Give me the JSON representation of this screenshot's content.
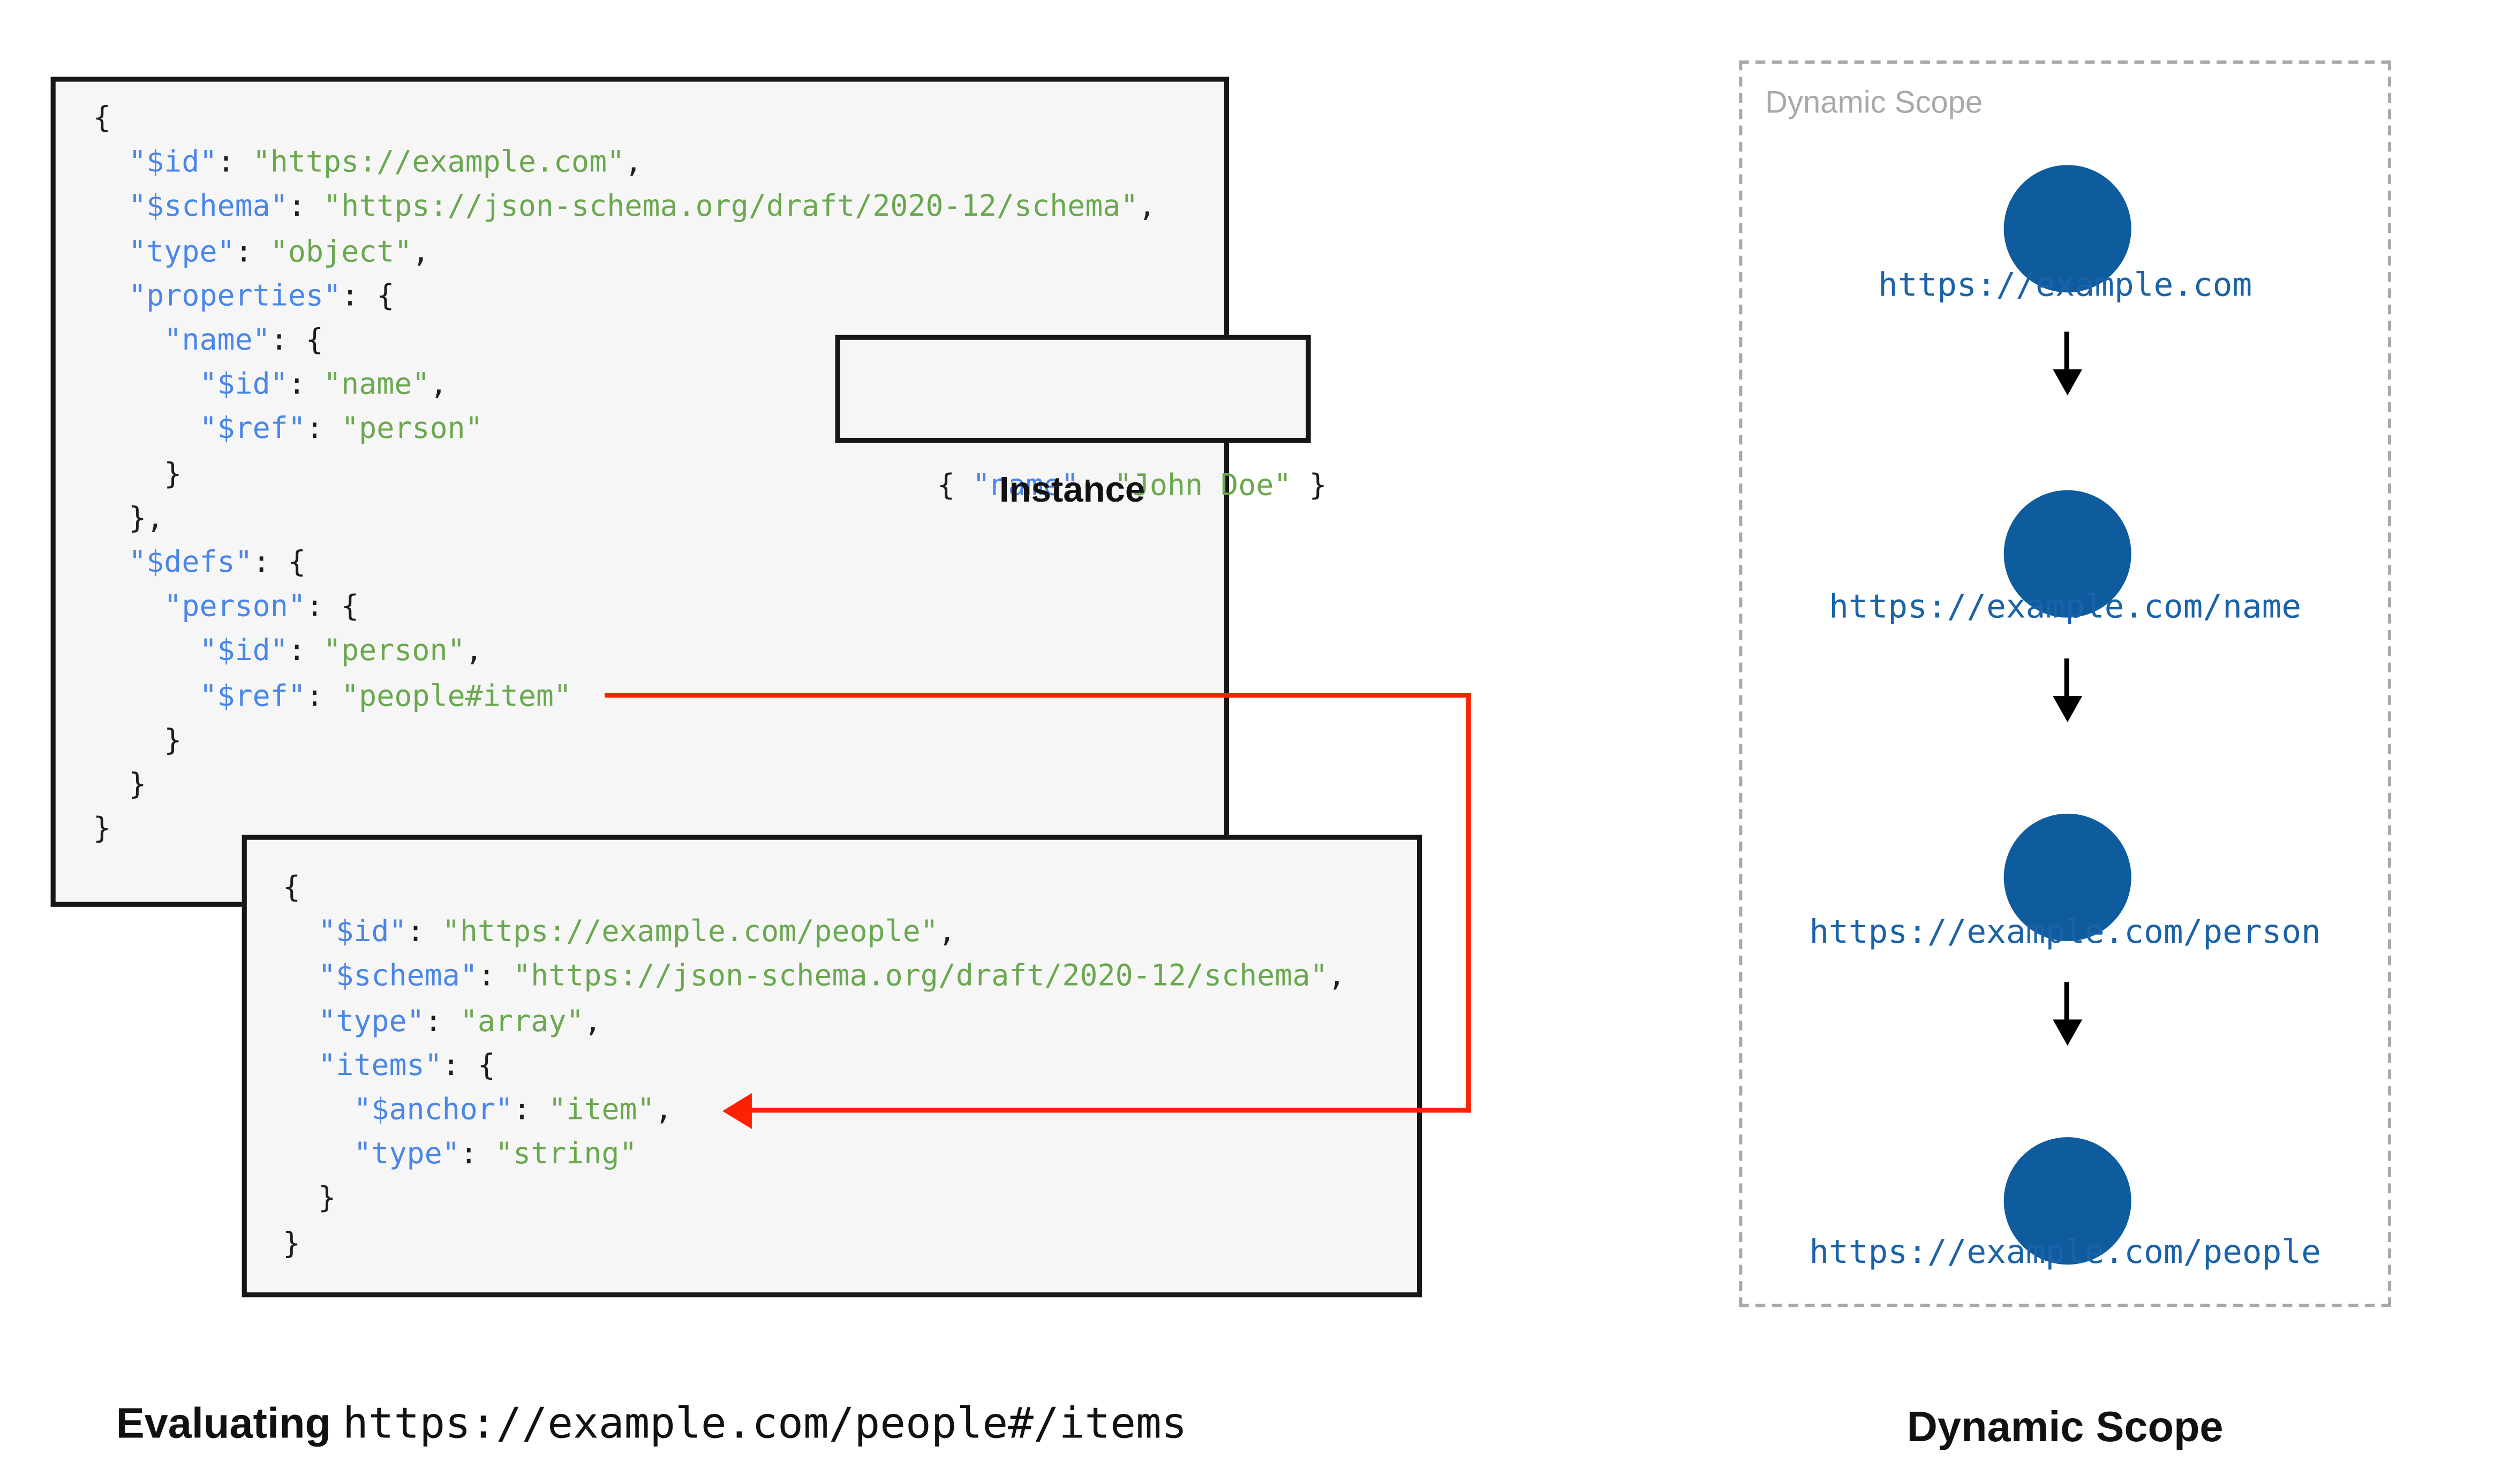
{
  "colors": {
    "key_blue": "#4a86e8",
    "string_green": "#6aa84f",
    "code_text": "#1d1d1d",
    "box_fill": "#f6f6f6",
    "box_border": "#161616",
    "ref_arrow_red": "#fb2204",
    "scope_node_blue": "#0e5c9e",
    "scope_url_blue": "#1b63a8",
    "dashed_border_gray": "#a9a9a9",
    "watermark_gray": "#a9a9a9"
  },
  "icons": {
    "ref_arrow": "red-left-arrow",
    "flow_arrow": "black-down-arrow"
  },
  "schema_box_root": {
    "lines": [
      [
        {
          "c": "p",
          "t": "{"
        }
      ],
      [
        {
          "c": "p",
          "t": "  "
        },
        {
          "c": "k",
          "t": "\"$id\""
        },
        {
          "c": "p",
          "t": ": "
        },
        {
          "c": "s",
          "t": "\"https://example.com\""
        },
        {
          "c": "p",
          "t": ","
        }
      ],
      [
        {
          "c": "p",
          "t": "  "
        },
        {
          "c": "k",
          "t": "\"$schema\""
        },
        {
          "c": "p",
          "t": ": "
        },
        {
          "c": "s",
          "t": "\"https://json-schema.org/draft/2020-12/schema\""
        },
        {
          "c": "p",
          "t": ","
        }
      ],
      [
        {
          "c": "p",
          "t": "  "
        },
        {
          "c": "k",
          "t": "\"type\""
        },
        {
          "c": "p",
          "t": ": "
        },
        {
          "c": "s",
          "t": "\"object\""
        },
        {
          "c": "p",
          "t": ","
        }
      ],
      [
        {
          "c": "p",
          "t": "  "
        },
        {
          "c": "k",
          "t": "\"properties\""
        },
        {
          "c": "p",
          "t": ": {"
        }
      ],
      [
        {
          "c": "p",
          "t": "    "
        },
        {
          "c": "k",
          "t": "\"name\""
        },
        {
          "c": "p",
          "t": ": {"
        }
      ],
      [
        {
          "c": "p",
          "t": "      "
        },
        {
          "c": "k",
          "t": "\"$id\""
        },
        {
          "c": "p",
          "t": ": "
        },
        {
          "c": "s",
          "t": "\"name\""
        },
        {
          "c": "p",
          "t": ","
        }
      ],
      [
        {
          "c": "p",
          "t": "      "
        },
        {
          "c": "k",
          "t": "\"$ref\""
        },
        {
          "c": "p",
          "t": ": "
        },
        {
          "c": "s",
          "t": "\"person\""
        }
      ],
      [
        {
          "c": "p",
          "t": "    }"
        }
      ],
      [
        {
          "c": "p",
          "t": "  },"
        }
      ],
      [
        {
          "c": "p",
          "t": "  "
        },
        {
          "c": "k",
          "t": "\"$defs\""
        },
        {
          "c": "p",
          "t": ": {"
        }
      ],
      [
        {
          "c": "p",
          "t": "    "
        },
        {
          "c": "k",
          "t": "\"person\""
        },
        {
          "c": "p",
          "t": ": {"
        }
      ],
      [
        {
          "c": "p",
          "t": "      "
        },
        {
          "c": "k",
          "t": "\"$id\""
        },
        {
          "c": "p",
          "t": ": "
        },
        {
          "c": "s",
          "t": "\"person\""
        },
        {
          "c": "p",
          "t": ","
        }
      ],
      [
        {
          "c": "p",
          "t": "      "
        },
        {
          "c": "k",
          "t": "\"$ref\""
        },
        {
          "c": "p",
          "t": ": "
        },
        {
          "c": "s",
          "t": "\"people#item\""
        }
      ],
      [
        {
          "c": "p",
          "t": "    }"
        }
      ],
      [
        {
          "c": "p",
          "t": "  }"
        }
      ],
      [
        {
          "c": "p",
          "t": "}"
        }
      ]
    ]
  },
  "schema_box_people": {
    "lines": [
      [
        {
          "c": "p",
          "t": "{"
        }
      ],
      [
        {
          "c": "p",
          "t": "  "
        },
        {
          "c": "k",
          "t": "\"$id\""
        },
        {
          "c": "p",
          "t": ": "
        },
        {
          "c": "s",
          "t": "\"https://example.com/people\""
        },
        {
          "c": "p",
          "t": ","
        }
      ],
      [
        {
          "c": "p",
          "t": "  "
        },
        {
          "c": "k",
          "t": "\"$schema\""
        },
        {
          "c": "p",
          "t": ": "
        },
        {
          "c": "s",
          "t": "\"https://json-schema.org/draft/2020-12/schema\""
        },
        {
          "c": "p",
          "t": ","
        }
      ],
      [
        {
          "c": "p",
          "t": "  "
        },
        {
          "c": "k",
          "t": "\"type\""
        },
        {
          "c": "p",
          "t": ": "
        },
        {
          "c": "s",
          "t": "\"array\""
        },
        {
          "c": "p",
          "t": ","
        }
      ],
      [
        {
          "c": "p",
          "t": "  "
        },
        {
          "c": "k",
          "t": "\"items\""
        },
        {
          "c": "p",
          "t": ": {"
        }
      ],
      [
        {
          "c": "p",
          "t": "    "
        },
        {
          "c": "k",
          "t": "\"$anchor\""
        },
        {
          "c": "p",
          "t": ": "
        },
        {
          "c": "s",
          "t": "\"item\""
        },
        {
          "c": "p",
          "t": ","
        }
      ],
      [
        {
          "c": "p",
          "t": "    "
        },
        {
          "c": "k",
          "t": "\"type\""
        },
        {
          "c": "p",
          "t": ": "
        },
        {
          "c": "s",
          "t": "\"string\""
        }
      ],
      [
        {
          "c": "p",
          "t": "  }"
        }
      ],
      [
        {
          "c": "p",
          "t": "}"
        }
      ]
    ]
  },
  "instance": {
    "label": "Instance",
    "tokens": [
      {
        "c": "p",
        "t": "{ "
      },
      {
        "c": "k",
        "t": "\"name\""
      },
      {
        "c": "p",
        "t": ": "
      },
      {
        "c": "s",
        "t": "\"John Doe\""
      },
      {
        "c": "p",
        "t": " }"
      }
    ]
  },
  "evaluating": {
    "bold": "Evaluating ",
    "uri": "https://example.com/people#/items"
  },
  "dynamic_scope": {
    "watermark": "Dynamic Scope",
    "caption": "Dynamic Scope",
    "nodes": [
      {
        "uri": "https://example.com"
      },
      {
        "uri": "https://example.com/name"
      },
      {
        "uri": "https://example.com/person"
      },
      {
        "uri": "https://example.com/people"
      }
    ]
  }
}
